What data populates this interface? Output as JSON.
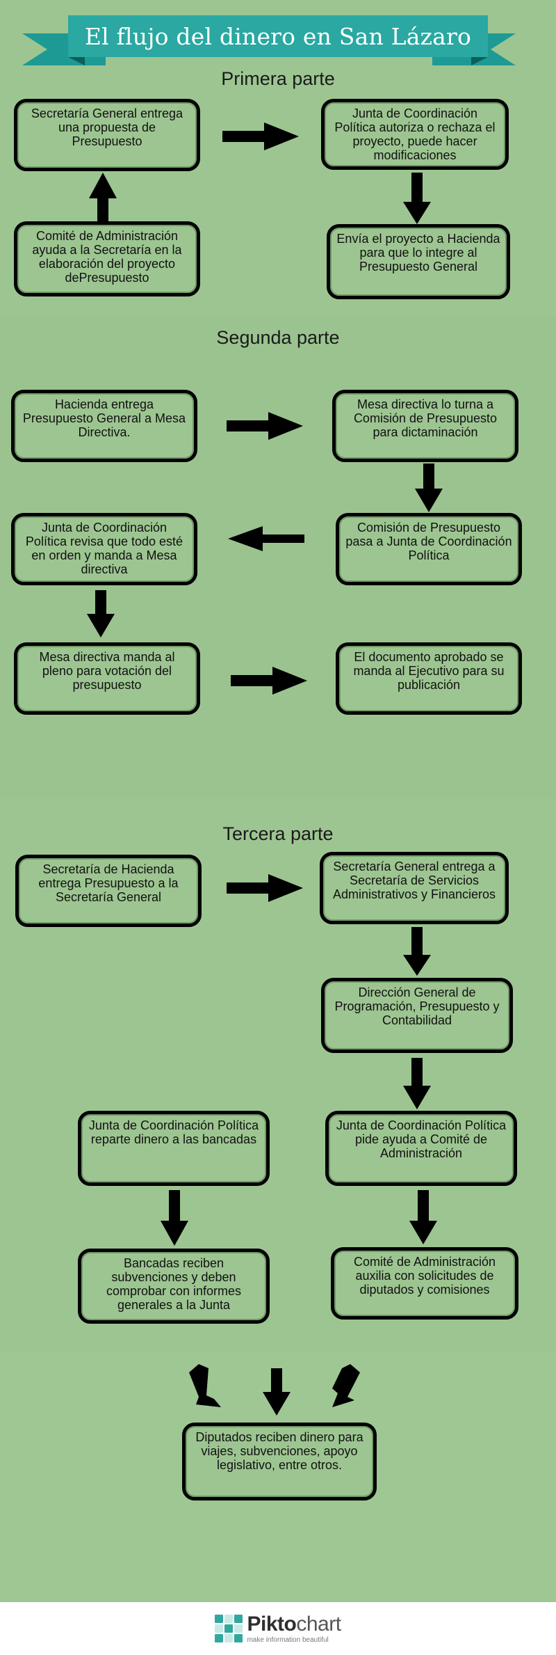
{
  "title": "El flujo del dinero en San Lázaro",
  "colors": {
    "background": "#9dc591",
    "ribbon": "#2aa8a1",
    "ribbon_dark": "#0d5f5c",
    "box_border": "#000000",
    "arrow": "#000000"
  },
  "sections": [
    {
      "title": "Primera parte",
      "boxes": [
        "Secretaría General entrega una propuesta de Presupuesto",
        "Junta de Coordinación Política autoriza o rechaza el proyecto, puede hacer modificaciones",
        "Comité de Administración ayuda a la Secretaría en la elaboración del proyecto dePresupuesto",
        "Envía el proyecto a Hacienda para que lo integre al Presupuesto General"
      ]
    },
    {
      "title": "Segunda parte",
      "boxes": [
        "Hacienda entrega Presupuesto General a Mesa Directiva.",
        "Mesa directiva lo turna a Comisión de Presupuesto para dictaminación",
        "Junta de Coordinación Política revisa que todo esté en orden y manda a Mesa directiva",
        "Comisión de Presupuesto pasa a Junta de Coordinación Política",
        "Mesa directiva manda al pleno para votación del presupuesto",
        "El documento aprobado se manda al Ejecutivo para su publicación"
      ]
    },
    {
      "title": "Tercera parte",
      "boxes": [
        "Secretaría de Hacienda entrega Presupuesto a la Secretaría General",
        "Secretaría General entrega a Secretaría de Servicios Administrativos y Financieros",
        "Dirección General de Programación, Presupuesto y Contabilidad",
        "Junta de Coordinación Política reparte dinero a las bancadas",
        "Junta de Coordinación Política pide ayuda a Comité de Administración",
        "Bancadas reciben subvenciones y deben comprobar con informes generales a la Junta",
        "Comité de Administración auxilia con solicitudes de diputados y comisiones"
      ]
    }
  ],
  "final": {
    "box": "Diputados reciben dinero para viajes, subvenciones, apoyo legislativo, entre otros."
  },
  "footer": {
    "logo_main": "Pikto",
    "logo_light": "chart",
    "tagline": "make information beautiful"
  },
  "icons": {
    "logo": "piktochart-logo-icon",
    "arrows": "arrow-icon"
  }
}
